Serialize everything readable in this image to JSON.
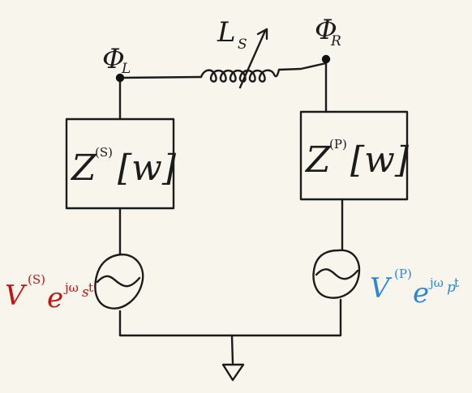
{
  "diagram": {
    "inductor_label": "L",
    "inductor_sub": "S",
    "phi_left": "Φ",
    "phi_left_sub": "L",
    "phi_right": "Φ",
    "phi_right_sub": "R",
    "left_box": {
      "symbol": "Z",
      "superscript": "(S)",
      "argument": "[w]"
    },
    "right_box": {
      "symbol": "Z",
      "superscript": "(P)",
      "argument": "[w]"
    },
    "left_source": {
      "symbol": "V",
      "superscript": "(S)",
      "exp_base": "e",
      "exp_power": "jω",
      "exp_sub": "s",
      "exp_t": "t",
      "color": "#c11414"
    },
    "right_source": {
      "symbol": "V",
      "superscript": "(P)",
      "exp_base": "e",
      "exp_power": "jω",
      "exp_sub": "p",
      "exp_t": "t",
      "color": "#2f86d9"
    }
  }
}
